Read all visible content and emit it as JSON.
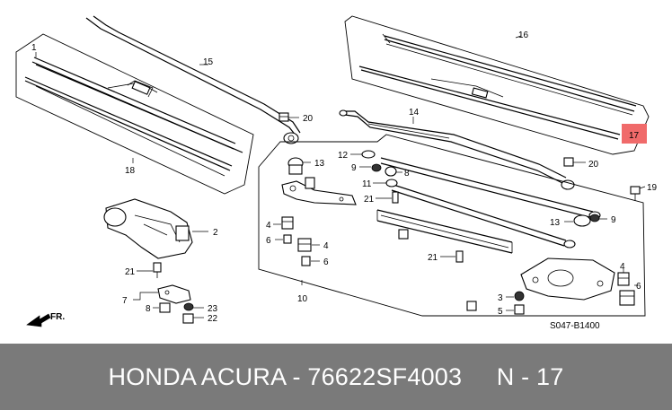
{
  "diagram": {
    "callouts": {
      "c1": "1",
      "c2": "2",
      "c4a": "4",
      "c4b": "4",
      "c4c": "4",
      "c5": "5",
      "c3": "3",
      "c6a": "6",
      "c6b": "6",
      "c6c": "6",
      "c7": "7",
      "c8a": "8",
      "c8b": "8",
      "c9a": "9",
      "c9b": "9",
      "c10": "10",
      "c11": "11",
      "c12": "12",
      "c13a": "13",
      "c13b": "13",
      "c14": "14",
      "c15": "15",
      "c16": "16",
      "c18": "18",
      "c19": "19",
      "c20a": "20",
      "c20b": "20",
      "c21a": "21",
      "c21b": "21",
      "c21c": "21",
      "c22": "22",
      "c23": "23"
    },
    "highlight_part": "17",
    "highlight_color": "#f06a6a",
    "front_label": "FR.",
    "diagram_code": "S047-B1400"
  },
  "footer": {
    "text": "HONDA ACURA - 76622SF4003     N - 17",
    "background": "#7a7a7a"
  }
}
